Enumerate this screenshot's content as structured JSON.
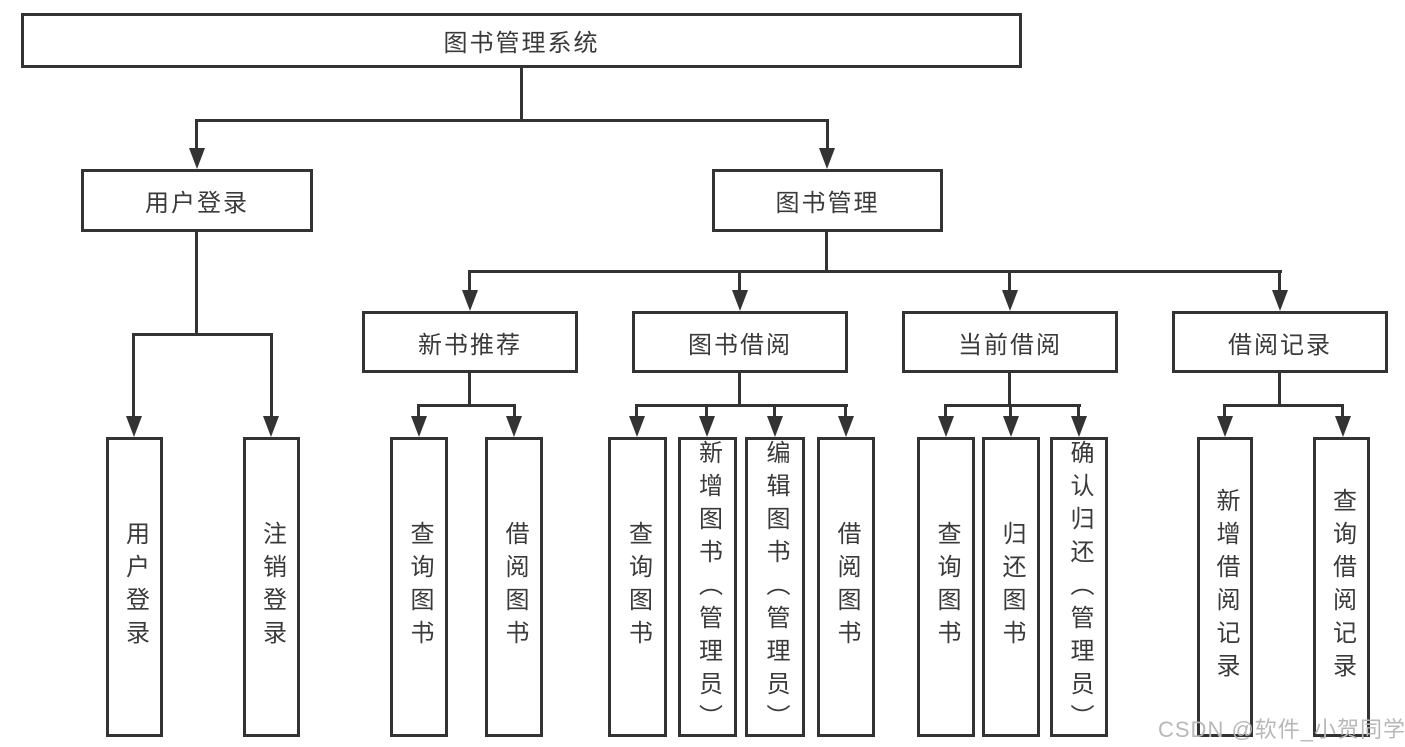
{
  "title": "图书管理系统",
  "tree": {
    "label": "图书管理系统",
    "children": [
      {
        "label": "用户登录",
        "children": [
          {
            "label": "用户登录"
          },
          {
            "label": "注销登录"
          }
        ]
      },
      {
        "label": "图书管理",
        "children": [
          {
            "label": "新书推荐",
            "children": [
              {
                "label": "查询图书"
              },
              {
                "label": "借阅图书"
              }
            ]
          },
          {
            "label": "图书借阅",
            "children": [
              {
                "label": "查询图书"
              },
              {
                "label": "新增图书（管理员）"
              },
              {
                "label": "编辑图书（管理员）"
              },
              {
                "label": "借阅图书"
              }
            ]
          },
          {
            "label": "当前借阅",
            "children": [
              {
                "label": "查询图书"
              },
              {
                "label": "归还图书"
              },
              {
                "label": "确认归还（管理员）"
              }
            ]
          },
          {
            "label": "借阅记录",
            "children": [
              {
                "label": "新增借阅记录"
              },
              {
                "label": "查询借阅记录"
              }
            ]
          }
        ]
      }
    ]
  },
  "watermark": "CSDN @软件_小贺同学",
  "colors": {
    "line": "#333333",
    "text": "#3a3a3a",
    "watermark": "#b8b8b8",
    "background": "#ffffff"
  }
}
